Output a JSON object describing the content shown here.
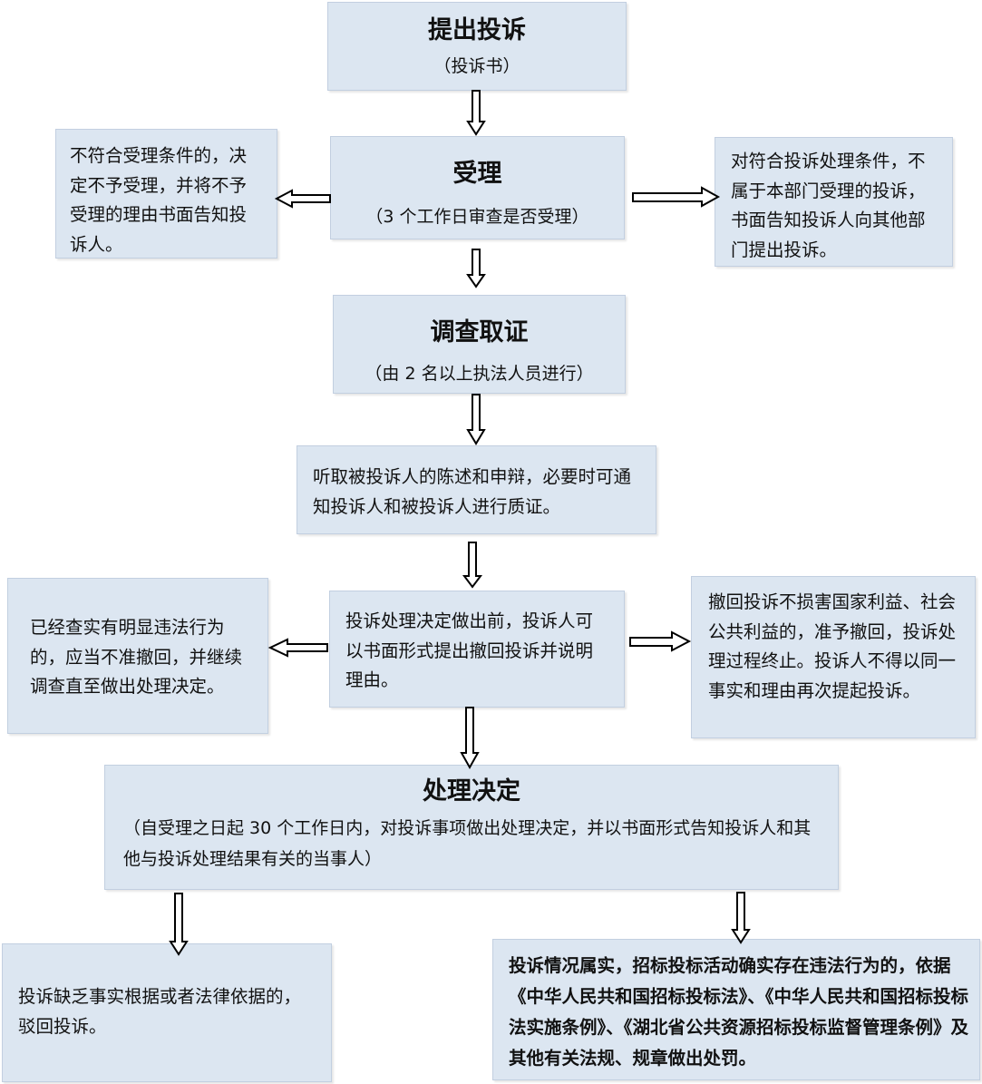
{
  "step1": {
    "title": "提出投诉",
    "sub": "（投诉书）"
  },
  "step2": {
    "title": "受理",
    "sub": "（3 个工作日审查是否受理）"
  },
  "reject_left": {
    "text": "不符合受理条件的，决定不予受理，并将不予受理的理由书面告知投诉人。"
  },
  "redirect_right": {
    "text": "对符合投诉处理条件，不属于本部门受理的投诉，书面告知投诉人向其他部门提出投诉。"
  },
  "step3": {
    "title": "调查取证",
    "sub": "（由 2 名以上执法人员进行）"
  },
  "step4": {
    "text": "听取被投诉人的陈述和申辩，必要时可通知投诉人和被投诉人进行质证。"
  },
  "step5": {
    "text": "投诉处理决定做出前，投诉人可以书面形式提出撤回投诉并说明理由。"
  },
  "withdraw_left": {
    "text": "已经查实有明显违法行为的，应当不准撤回，并继续调查直至做出处理决定。"
  },
  "withdraw_right": {
    "text": "撤回投诉不损害国家利益、社会公共利益的，准予撤回，投诉处理过程终止。投诉人不得以同一事实和理由再次提起投诉。"
  },
  "step6": {
    "title": "处理决定",
    "sub": "（自受理之日起 30 个工作日内，对投诉事项做出处理决定，并以书面形式告知投诉人和其他与投诉处理结果有关的当事人）"
  },
  "outcome_left": {
    "text": "投诉缺乏事实根据或者法律依据的，驳回投诉。"
  },
  "outcome_right": {
    "text": "投诉情况属实，招标投标活动确实存在违法行为的，依据《中华人民共和国招标投标法》、《中华人民共和国招标投标法实施条例》、《湖北省公共资源招标投标监督管理条例》及其他有关法规、规章做出处罚。"
  }
}
